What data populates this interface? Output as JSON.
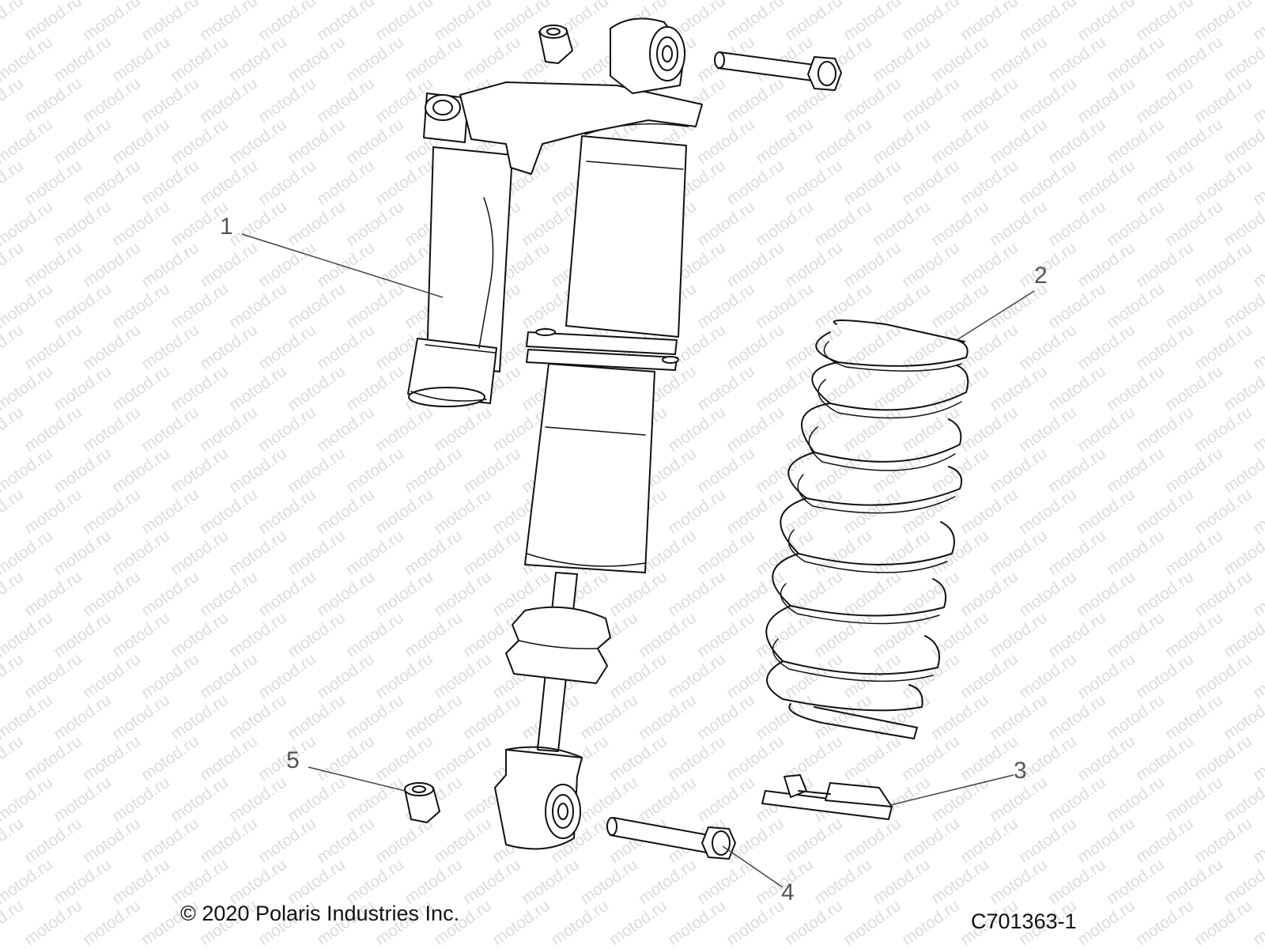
{
  "diagram": {
    "watermark_text": "motod.ru",
    "callouts": [
      {
        "id": "1",
        "label": "1"
      },
      {
        "id": "2",
        "label": "2"
      },
      {
        "id": "3",
        "label": "3"
      },
      {
        "id": "4",
        "label": "4"
      },
      {
        "id": "5",
        "label": "5"
      }
    ],
    "copyright": "© 2020 Polaris Industries Inc.",
    "drawing_number": "C701363-1",
    "colors": {
      "line": "#111111",
      "leader": "#444444",
      "watermark": "#dcdcdc"
    }
  }
}
